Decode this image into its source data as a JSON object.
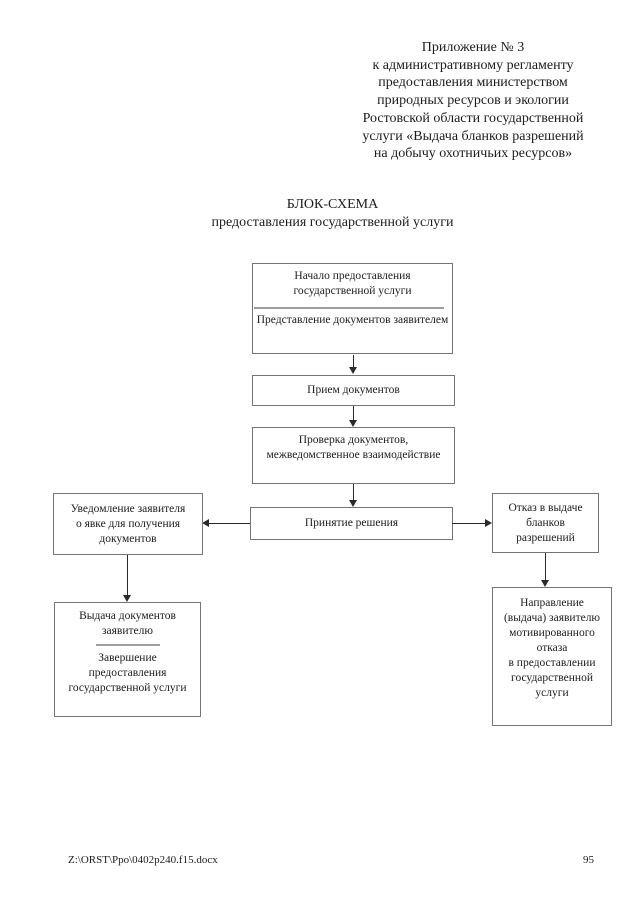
{
  "page": {
    "header_lines": [
      "Приложение № 3",
      "к административному регламенту",
      "предоставления министерством",
      "природных ресурсов и экологии",
      "Ростовской области государственной",
      "услуги «Выдача бланков разрешений",
      "на добычу охотничьих ресурсов»"
    ],
    "title_line1": "БЛОК-СХЕМА",
    "title_line2": "предоставления государственной услуги",
    "footer": {
      "file_path": "Z:\\ORST\\Ppo\\0402p240.f15.docx",
      "page_number": "95"
    }
  },
  "flowchart": {
    "start": {
      "lines_top": [
        "Начало предоставления",
        "государственной услуги"
      ],
      "line_bottom": "Представление документов заявителем"
    },
    "receive": {
      "label": "Прием документов"
    },
    "check": {
      "lines": [
        "Проверка документов,",
        "межведомственное взаимодействие"
      ]
    },
    "decision": {
      "label": "Принятие решения"
    },
    "notify": {
      "lines": [
        "Уведомление заявителя",
        "о явке для получения",
        "документов"
      ]
    },
    "refuse": {
      "lines": [
        "Отказ в выдаче",
        "бланков",
        "разрешений"
      ]
    },
    "issue": {
      "lines_top": [
        "Выдача документов",
        "заявителю"
      ],
      "lines_bottom": [
        "Завершение",
        "предоставления",
        "государственной услуги"
      ]
    },
    "refusal_letter": {
      "lines": [
        "Направление",
        "(выдача) заявителю",
        "мотивированного",
        "отказа",
        "в предоставлении",
        "государственной",
        "услуги"
      ]
    }
  },
  "colors": {
    "background": "#ffffff",
    "text": "#1c1c1c",
    "box_border": "#757575",
    "separator": "#9e9e9e",
    "arrow": "#2a2a2a"
  }
}
